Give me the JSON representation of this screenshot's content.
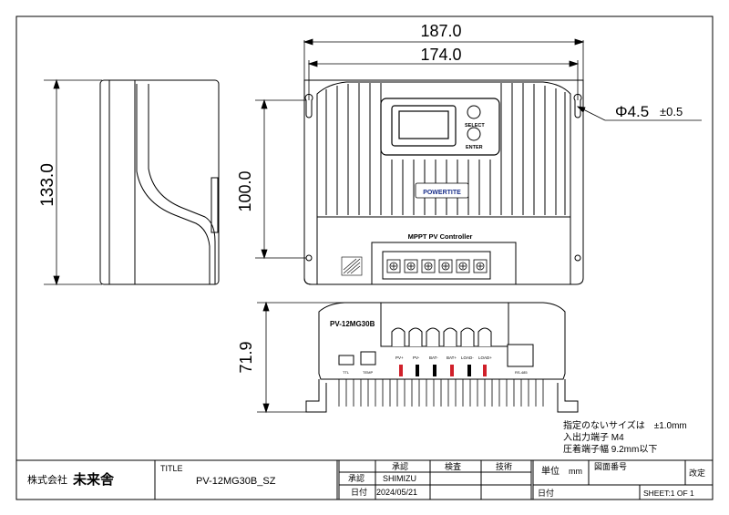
{
  "dimensions": {
    "width_overall": "187.0",
    "width_mount": "174.0",
    "height_overall": "133.0",
    "height_mount": "100.0",
    "depth": "71.9",
    "hole_dia": "Φ4.5",
    "hole_tol": "±0.5"
  },
  "device": {
    "select_label": "SELECT",
    "enter_label": "ENTER",
    "brand": "POWERTITE",
    "controller_label": "MPPT PV Controller",
    "model": "PV-12MG30B",
    "ttl_label": "TTL",
    "temp_label": "TEMP",
    "rs485_label": "RS-485",
    "terminal_labels": [
      "PV+",
      "PV-",
      "BAT-",
      "BAT+",
      "LOAD-",
      "LOAD+"
    ]
  },
  "notes": {
    "tolerance_line": "指定のないサイズは　±1.0mm",
    "terminal_line": "入出力端子 M4",
    "crimp_line": "圧着端子幅 9.2mm以下"
  },
  "title_block": {
    "company": "株式会社",
    "company_name": "未来舎",
    "title_label": "TITLE",
    "title_value": "PV-12MG30B_SZ",
    "approve_header": "承認",
    "check_header": "検査",
    "tech_header": "技術",
    "approve_row_label": "承認",
    "approver": "SHIMIZU",
    "date_row_label": "日付",
    "date_value": "2024/05/21",
    "unit_label": "単位",
    "unit_value": "mm",
    "drawing_no_label": "図面番号",
    "revision_label": "改定",
    "date_label2": "日付",
    "sheet_text": "SHEET:1 OF 1"
  }
}
